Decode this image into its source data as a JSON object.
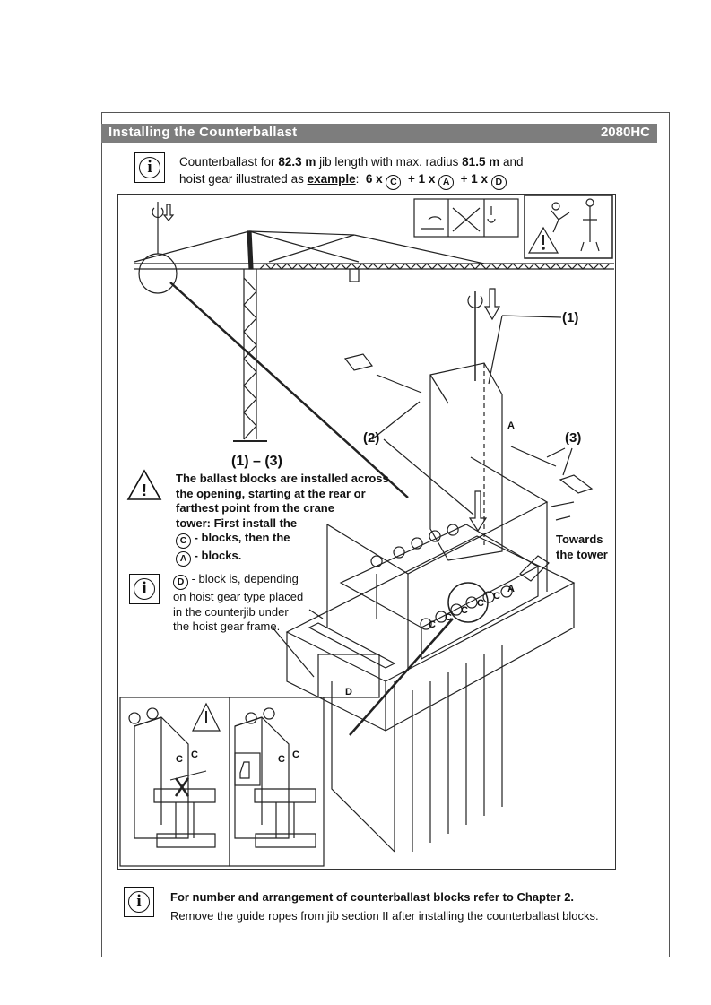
{
  "header": {
    "title": "Installing the Counterballast",
    "model": "2080HC"
  },
  "intro": {
    "line1_pre": "Counterballast for ",
    "jib_length": "82.3 m",
    "line1_mid": " jib length with max. radius ",
    "radius": "81.5 m",
    "line1_post": " and",
    "line2_pre": "hoist gear illustrated as ",
    "example": "example",
    "line2_colon": ":",
    "formula": {
      "c_count": "6 x",
      "c_letter": "C",
      "plus1": "+ 1 x",
      "a_letter": "A",
      "plus2": "+ 1 x",
      "d_letter": "D"
    }
  },
  "diagram": {
    "callout_1": "(1)",
    "callout_2": "(2)",
    "callout_3": "(3)",
    "steps_range": "(1) – (3)",
    "warning_lines": [
      "The ballast blocks are installed across",
      "the opening, starting at the rear or",
      "farthest point from the crane",
      "tower: First install the"
    ],
    "c_blocks_text": " - blocks, then the",
    "a_blocks_text": " - blocks.",
    "c_letter": "C",
    "a_letter": "A",
    "d_letter": "D",
    "d_block_lines": [
      " - block is, depending",
      "on hoist gear type placed",
      "in the counterjib under",
      "the hoist gear frame."
    ],
    "towards_tower_lines": [
      "Towards",
      "the tower"
    ],
    "block_label_c": "C",
    "block_label_a": "A",
    "block_label_d": "D"
  },
  "footer": {
    "line1": "For number and arrangement of counterballast blocks refer to Chapter 2.",
    "line2": "Remove the guide ropes from jib section II after installing the counterballast blocks."
  },
  "icons": {
    "info": "i",
    "warning": "!"
  },
  "colors": {
    "header_bg": "#7d7d7d",
    "ink": "#111111"
  }
}
